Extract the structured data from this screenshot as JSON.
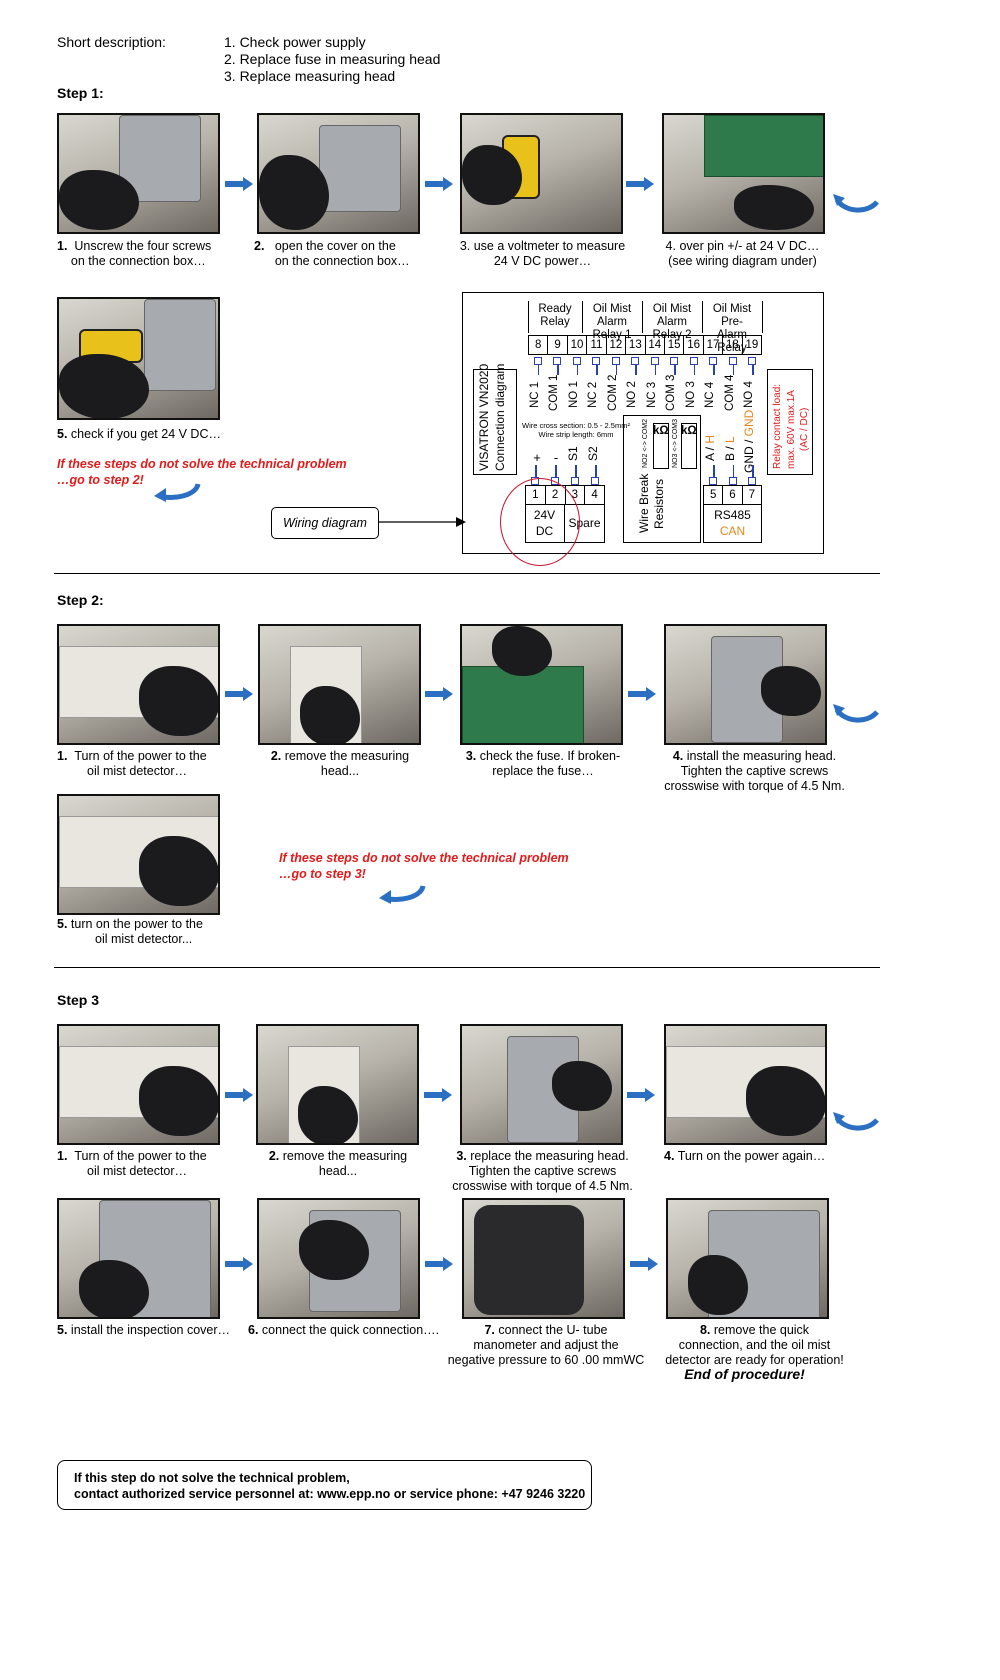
{
  "header": {
    "short_label": "Short description:",
    "items": [
      "1. Check power supply",
      "2. Replace fuse in measuring head",
      "3. Replace measuring head"
    ]
  },
  "step1": {
    "title": "Step 1:",
    "captions": [
      [
        "1.",
        "Unscrew the four screws",
        "on the connection box…"
      ],
      [
        "2.",
        "open the cover on the",
        "on the connection box…"
      ],
      [
        "3. use a voltmeter to measure",
        "24 V DC power…"
      ],
      [
        "4. over pin  +/- at 24 V DC…",
        "(see wiring diagram under)"
      ],
      [
        "5.",
        "check if you get 24 V DC…"
      ]
    ],
    "note": [
      "If these steps do not solve the technical problem",
      "…go to step 2!"
    ],
    "wiring_label": "Wiring diagram"
  },
  "diagram": {
    "title1": "VISATRON VN2020",
    "title2": "Connection diagram",
    "wire1": "Wire cross section: 0.5 - 2.5mm²",
    "wire2": "Wire strip length: 6mm",
    "groups": [
      [
        "Ready",
        "Relay"
      ],
      [
        "Oil Mist Alarm",
        "Relay 1"
      ],
      [
        "Oil Mist Alarm",
        "Relay 2"
      ],
      [
        "Oil Mist Pre-",
        "Alarm Relay"
      ]
    ],
    "top_pins": [
      "8",
      "9",
      "10",
      "11",
      "12",
      "13",
      "14",
      "15",
      "16",
      "17",
      "18",
      "19"
    ],
    "top_labels": [
      "NC 1",
      "COM 1",
      "NO 1",
      "NC 2",
      "COM 2",
      "NO 2",
      "NC 3",
      "COM 3",
      "NO 3",
      "NC 4",
      "COM 4",
      "NO 4"
    ],
    "nc2": "NO2 <-> COM2",
    "nc3": "NO3 <-> COM3",
    "kohm": "kΩ",
    "bottom_left_pins": [
      "1",
      "2",
      "3",
      "4"
    ],
    "bottom_left_labels": [
      "+",
      "-",
      "S1",
      "S2"
    ],
    "v24": [
      "24V",
      "DC"
    ],
    "spare": "Spare",
    "wire_break": [
      "Wire Break",
      "Resistors"
    ],
    "right_pins": [
      "5",
      "6",
      "7"
    ],
    "right_labels": [
      [
        "A / ",
        "H"
      ],
      [
        "B / ",
        "L"
      ],
      [
        "GND / ",
        "GND"
      ]
    ],
    "rs485": "RS485",
    "can": "CAN",
    "relay_load": [
      "Relay contact load:",
      "max. 60V max.1A",
      "(AC / DC)"
    ]
  },
  "step2": {
    "title": "Step 2:",
    "captions": [
      [
        "1.",
        "Turn of the power to the",
        "oil mist detector…"
      ],
      [
        "2.",
        "remove the measuring",
        "head..."
      ],
      [
        "3.",
        "check the fuse. If broken-",
        "replace the fuse…"
      ],
      [
        "4.",
        "install the measuring head.",
        "Tighten the captive screws",
        "crosswise with torque of 4.5 Nm."
      ],
      [
        "5.",
        "turn on the power to the",
        "oil mist detector..."
      ]
    ],
    "note": [
      "If these steps do not solve the technical problem",
      "…go to step 3!"
    ]
  },
  "step3": {
    "title": "Step 3",
    "captions": [
      [
        "1.",
        "Turn of the power to the",
        "oil mist detector…"
      ],
      [
        "2.",
        "remove the measuring",
        "head..."
      ],
      [
        "3.",
        "replace the measuring head.",
        "Tighten the captive screws",
        "crosswise with torque of 4.5 Nm."
      ],
      [
        "4.",
        "Turn on the power again…"
      ],
      [
        "5.",
        "install the inspection cover…"
      ],
      [
        "6.",
        "connect the quick connection…."
      ],
      [
        "7.",
        "connect the U- tube",
        "manometer and adjust the",
        "negative pressure to 60 .00 mmWC"
      ],
      [
        "8.",
        "remove the quick",
        "connection, and the oil mist",
        "detector are ready for operation!"
      ]
    ],
    "end": "End of procedure!"
  },
  "footer": {
    "line1": "If this step do not solve the technical problem,",
    "line2": "contact authorized service personnel at: www.epp.no or service phone: +47 9246 3220"
  },
  "colors": {
    "arrow": "#2a6fc2",
    "red_note": "#e21b1b",
    "diagram_blue": "#2a3fb0",
    "orange": "#e6871c"
  }
}
